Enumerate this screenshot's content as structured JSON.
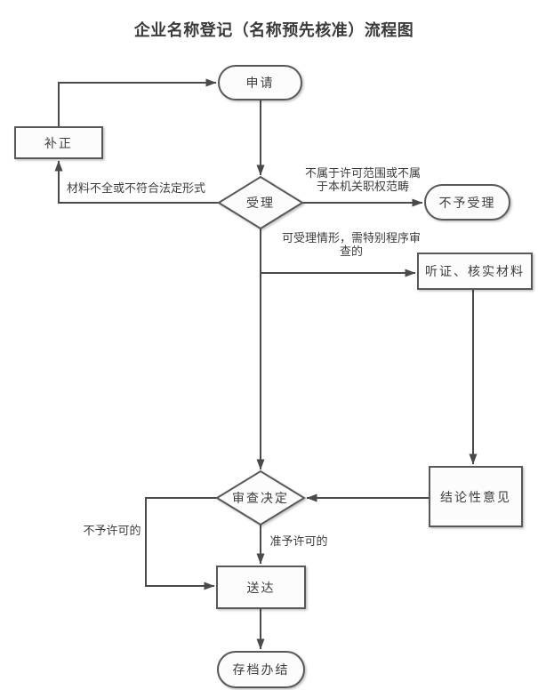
{
  "title": "企业名称登记（名称预先核准）流程图",
  "nodes": {
    "apply": {
      "label": "申请"
    },
    "correction": {
      "label": "补正"
    },
    "acceptance": {
      "label": "受理"
    },
    "reject_acceptance": {
      "label": "不予受理"
    },
    "hearing": {
      "label": "听证、核实材料"
    },
    "review_decision": {
      "label": "审查决定"
    },
    "conclusive_opinion": {
      "label": "结论性意见"
    },
    "delivery": {
      "label": "送达"
    },
    "archive": {
      "label": "存档办结"
    }
  },
  "edge_labels": {
    "incomplete_materials": "材料不全或不符合法定形式",
    "out_of_scope": "不属于许可范围或不属\n于本机关职权范畴",
    "special_procedure": "可受理情形，需特别程序审\n查的",
    "not_permitted": "不予许可的",
    "permitted": "准予许可的"
  },
  "colors": {
    "line": "#4a4a4a",
    "shape_border": "#595959",
    "shape_fill": "#fcfcfc",
    "text": "#3d3d3d"
  }
}
